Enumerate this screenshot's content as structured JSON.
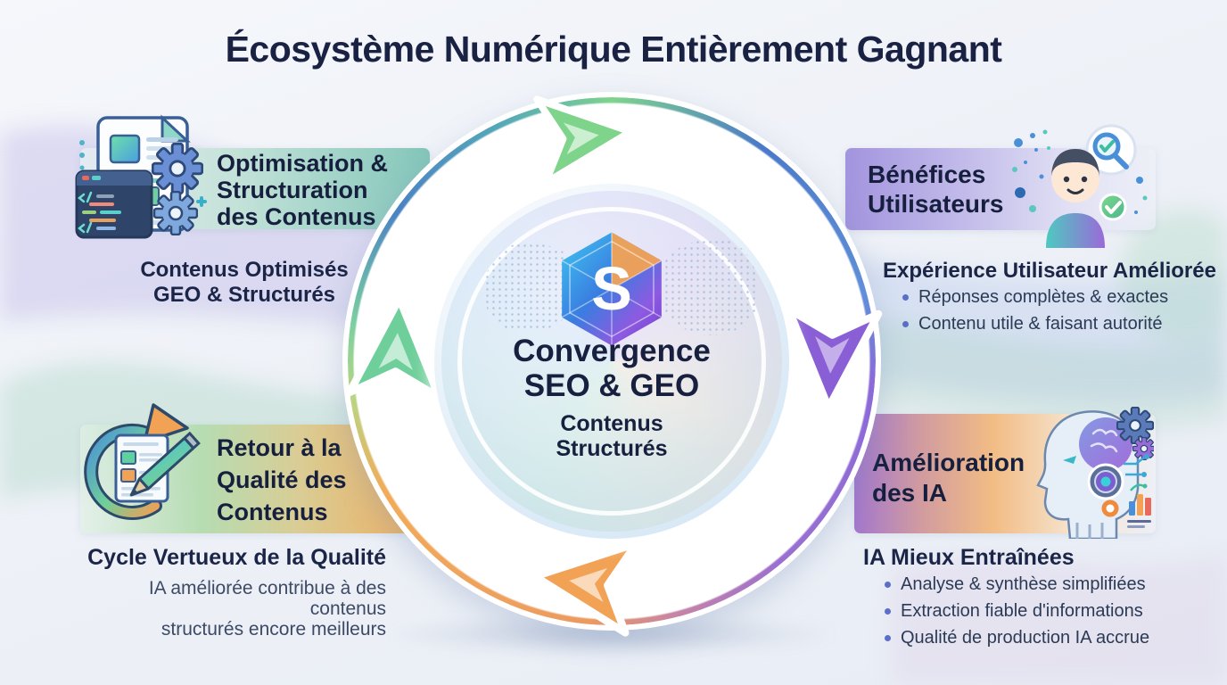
{
  "title": "Écosystème Numérique Entièrement Gagnant",
  "center": {
    "logo_letter": "S",
    "title_line1": "Convergence",
    "title_line2": "SEO & GEO",
    "subtitle_line1": "Contenus",
    "subtitle_line2": "Structurés"
  },
  "sections": {
    "optimisation": {
      "title_lines": [
        "Optimisation &",
        "Structuration",
        "des Contenus"
      ],
      "subtitle_lines": [
        "Contenus Optimisés",
        "GEO & Structurés"
      ],
      "icon": "document-gears-code-icon"
    },
    "benefices": {
      "title_lines": [
        "Bénéfices",
        "Utilisateurs"
      ],
      "subtitle": "Expérience Utilisateur Améliorée",
      "bullets": [
        "Réponses complètes & exactes",
        "Contenu utile & faisant autorité"
      ],
      "icon": "user-search-check-icon"
    },
    "retour": {
      "title_lines": [
        "Retour à la",
        "Qualité des",
        "Contenus"
      ],
      "subtitle": "Cycle Vertueux de la Qualité",
      "description_lines": [
        "IA améliorée contribue à des contenus",
        "structurés encore meilleurs"
      ],
      "icon": "refresh-document-pencil-icon"
    },
    "amelioration": {
      "title_lines": [
        "Amélioration",
        "des IA"
      ],
      "subtitle": "IA Mieux Entraînées",
      "bullets": [
        "Analyse & synthèse simplifiées",
        "Extraction fiable d'informations",
        "Qualité de production IA accrue"
      ],
      "icon": "ai-robot-head-icon"
    }
  },
  "colors": {
    "title_text": "#1a2244",
    "cycle_green_top": "#7fd48c",
    "cycle_blue": "#4b79c9",
    "cycle_purple": "#8a5fd6",
    "cycle_orange": "#f2a254",
    "cycle_green_left": "#6fcf9a"
  }
}
